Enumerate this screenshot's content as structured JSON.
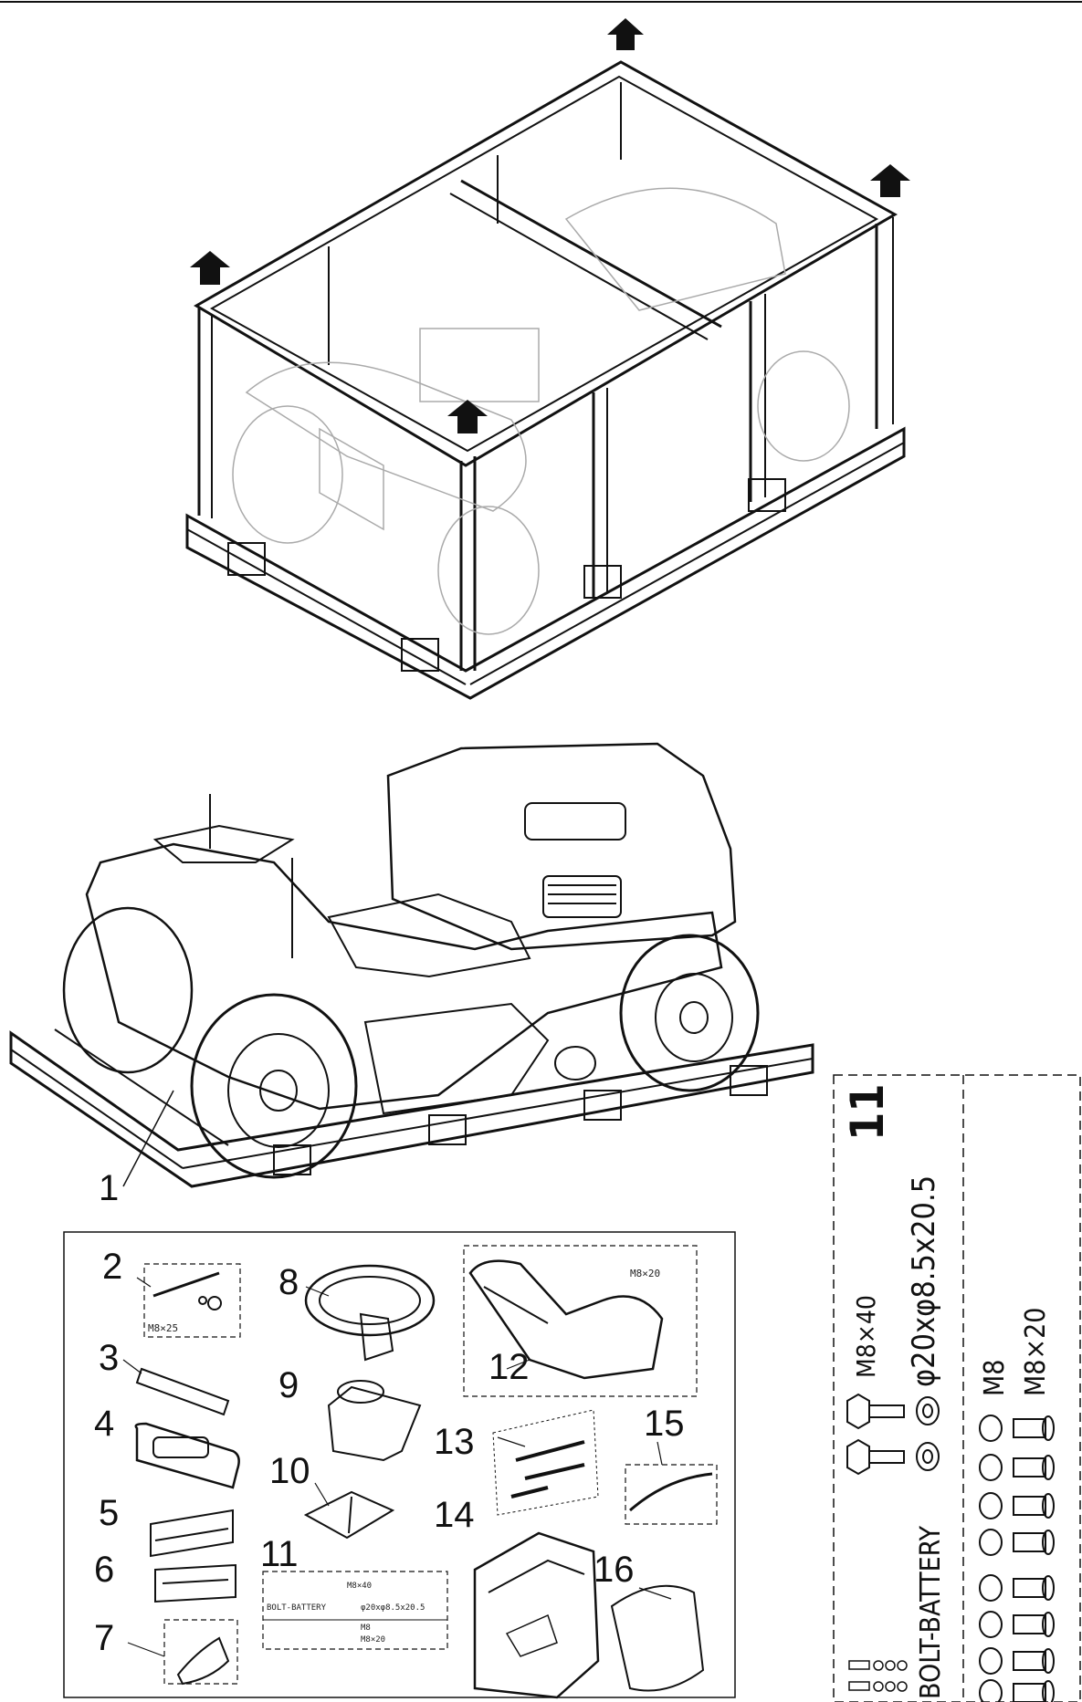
{
  "callouts": {
    "n1": "1",
    "n2": "2",
    "n3": "3",
    "n4": "4",
    "n5": "5",
    "n6": "6",
    "n7": "7",
    "n8": "8",
    "n9": "9",
    "n10": "10",
    "n11": "11",
    "n12": "12",
    "n13": "13",
    "n14": "14",
    "n15": "15",
    "n16": "16"
  },
  "kit_labels": {
    "part2_bolt": "M8×25",
    "part12_bolt": "M8×20",
    "part11_bolt_battery": "BOLT-BATTERY",
    "part11_m8x40": "M8×40",
    "part11_washer": "φ20xφ8.5x20.5",
    "part11_m8": "M8",
    "part11_m8x20": "M8×20"
  },
  "detail_11": {
    "number": "11",
    "washer_spec": "φ20xφ8.5x20.5",
    "bolt_m8x40": "M8×40",
    "nut_m8": "M8",
    "bolt_m8x20": "M8×20",
    "bolt_battery": "BOLT-BATTERY"
  },
  "icons": {
    "lift_arrow": "up-arrow-icon"
  }
}
